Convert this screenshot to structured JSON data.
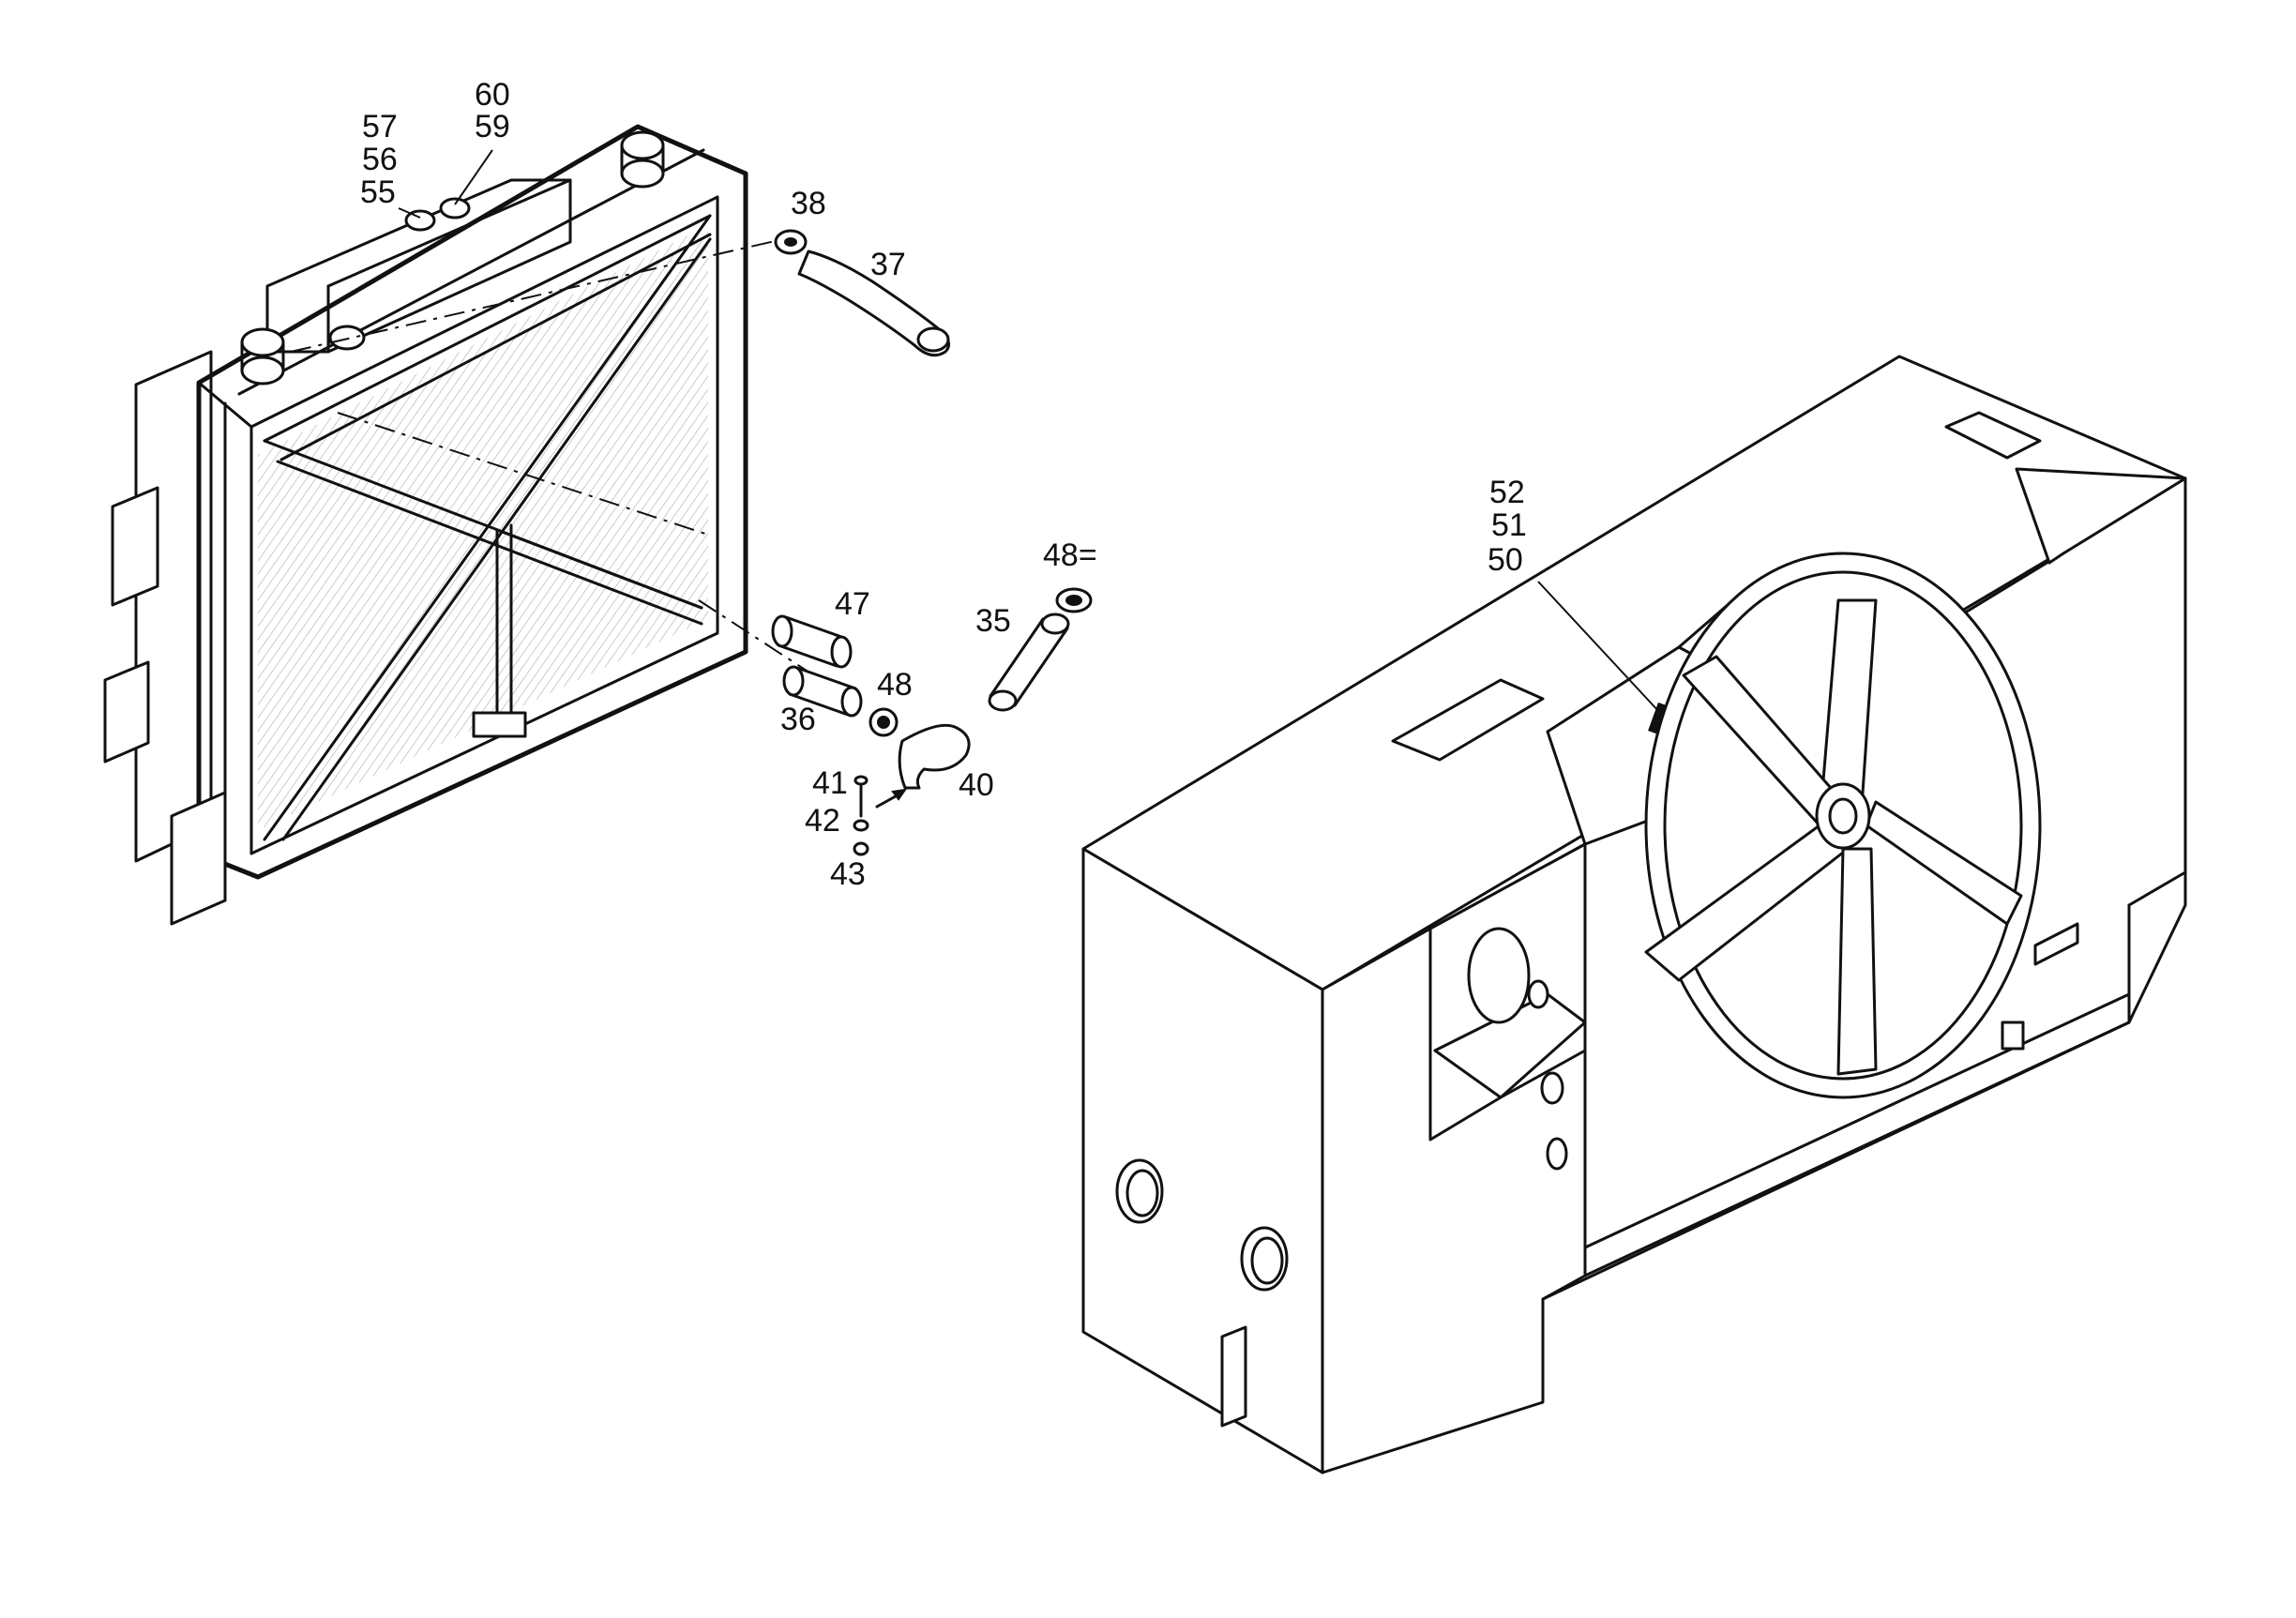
{
  "callouts": {
    "p60": "60",
    "p59": "59",
    "p57": "57",
    "p56": "56",
    "p55": "55",
    "p38": "38",
    "p37": "37",
    "p48a": "48=",
    "p47": "47",
    "p35": "35",
    "p48b": "48",
    "p36": "36",
    "p40": "40",
    "p41": "41",
    "p42": "42",
    "p43": "43",
    "p52": "52",
    "p51": "51",
    "p50": "50"
  }
}
